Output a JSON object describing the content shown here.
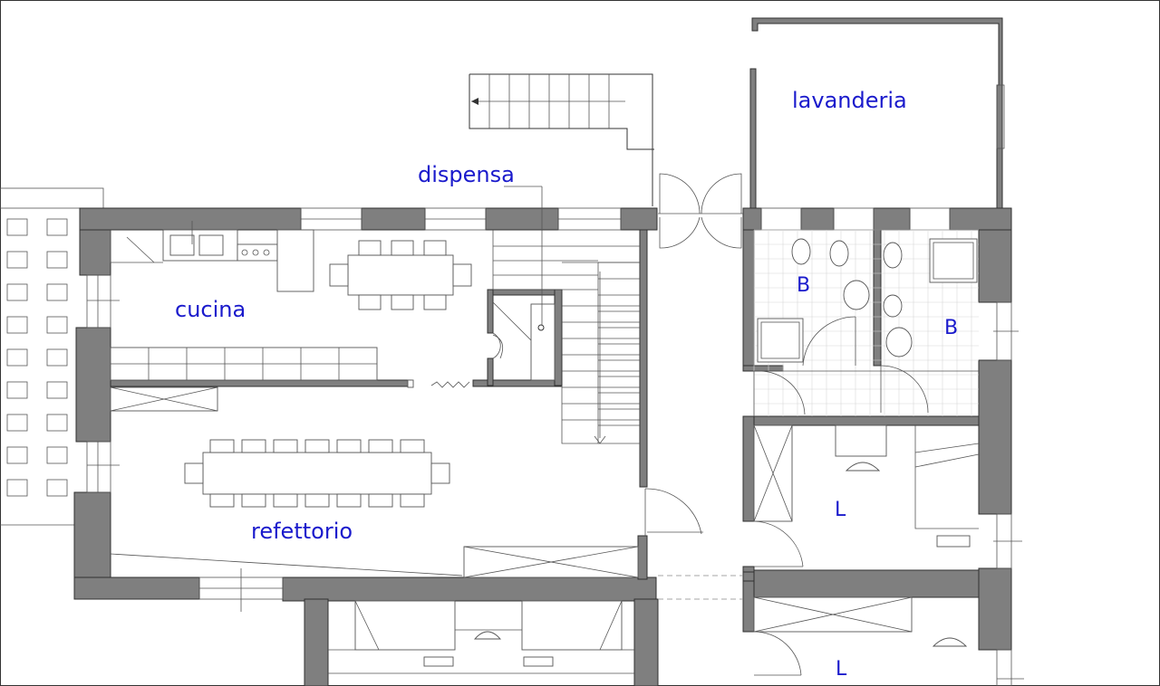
{
  "rooms": [
    {
      "id": "lavanderia",
      "label": "lavanderia"
    },
    {
      "id": "dispensa",
      "label": "dispensa"
    },
    {
      "id": "cucina",
      "label": "cucina"
    },
    {
      "id": "refettorio",
      "label": "refettorio"
    },
    {
      "id": "bagno-1",
      "label": "B"
    },
    {
      "id": "bagno-2",
      "label": "B"
    },
    {
      "id": "lavoro-1",
      "label": "L"
    },
    {
      "id": "lavoro-2",
      "label": "L"
    }
  ],
  "colors": {
    "wall_fill": "#7f7f7f",
    "line": "#333333",
    "label": "#1a1acc",
    "background": "#ffffff"
  }
}
